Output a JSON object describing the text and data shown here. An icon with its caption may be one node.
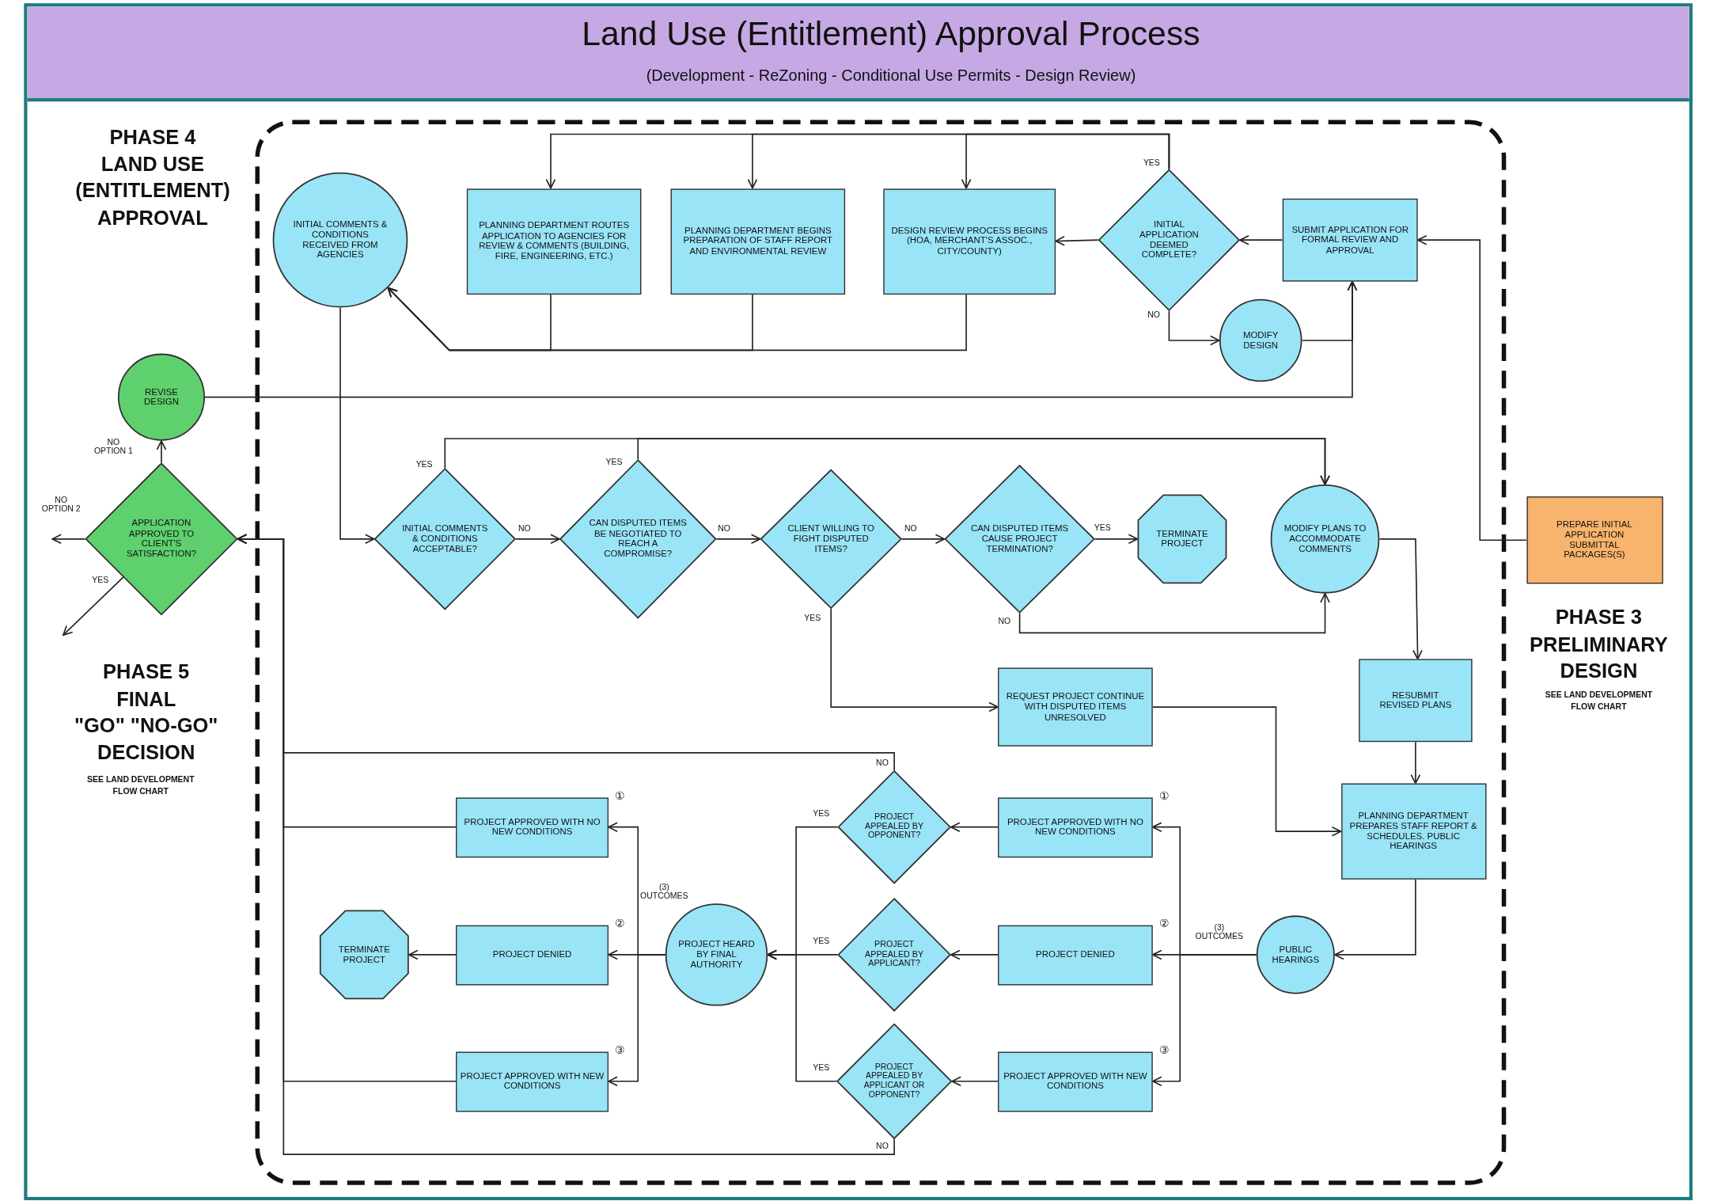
{
  "diagram": {
    "title": "Land Use (Entitlement) Approval Process",
    "nodes": [
      {
        "text": [
          "INITIAL COMMENTS & CONDITIONS RECEIVED FROM AGENCIES"
        ]
      },
      {
        "text": [
          "PLANNING DEPARTMENT ROUTES APPLICATION TO AGENCIES FOR REVIEW & COMMENTS (BUILDING, FIRE, ENGINEERING, ETC.)"
        ]
      },
      {
        "text": [
          "PLANNING DEPARTMENT BEGINS PREPARATION OF STAFF REPORT AND ENVIRONMENTAL REVIEW"
        ]
      },
      {
        "text": [
          "DESIGN REVIEW PROCESS BEGINS (HOA, MERCHANT'S ASSOC., CITY/COUNTY)"
        ]
      },
      {
        "text": [
          "INITIAL APPLICATION DEEMED COMPLETE?"
        ]
      },
      {
        "text": [
          "SUBMIT APPLICATION FOR FORMAL REVIEW AND APPROVAL"
        ]
      },
      {
        "text": [
          "MODIFY DESIGN"
        ]
      },
      {
        "text": [
          "PREPARE INITIAL APPLICATION SUBMITTAL PACKAGES(S)"
        ]
      },
      {
        "text": [
          "REVISE DESIGN"
        ]
      },
      {
        "text": [
          "APPLICATION APPROVED TO CLIENT'S SATISFACTION?"
        ]
      },
      {
        "text": [
          "INITIAL COMMENTS & CONDITIONS ACCEPTABLE?"
        ]
      },
      {
        "text": [
          "CAN DISPUTED ITEMS BE NEGOTIATED TO REACH A COMPROMISE?"
        ]
      },
      {
        "text": [
          "CLIENT WILLING TO FIGHT DISPUTED ITEMS?"
        ]
      },
      {
        "text": [
          "CAN DISPUTED ITEMS CAUSE PROJECT TERMINATION?"
        ]
      },
      {
        "text": [
          "TERMINATE PROJECT"
        ]
      },
      {
        "text": [
          "MODIFY PLANS TO ACCOMMODATE COMMENTS"
        ]
      },
      {
        "text": [
          "REQUEST PROJECT CONTINUE WITH DISPUTED ITEMS UNRESOLVED"
        ]
      },
      {
        "text": [
          "RESUBMIT REVISED PLANS"
        ]
      },
      {
        "text": [
          "PLANNING DEPARTMENT PREPARES STAFF REPORT & SCHEDULES. PUBLIC HEARINGS"
        ]
      },
      {
        "text": [
          "PUBLIC HEARINGS"
        ]
      },
      {
        "text": [
          "PROJECT APPROVED WITH NO NEW CONDITIONS"
        ],
        "beside": [
          "①"
        ]
      },
      {
        "text": [
          "PROJECT DENIED"
        ],
        "beside": [
          "②"
        ]
      },
      {
        "text": [
          "PROJECT APPROVED WITH NEW CONDITIONS"
        ],
        "beside": [
          "③"
        ]
      },
      {
        "text": [
          "PROJECT APPEALED BY OPPONENT?"
        ]
      },
      {
        "text": [
          "PROJECT APPEALED BY APPLICANT?"
        ]
      },
      {
        "text": [
          "PROJECT APPEALED BY APPLICANT OR OPPONENT?"
        ]
      },
      {
        "text": [
          "PROJECT HEARD BY FINAL AUTHORITY"
        ]
      },
      {
        "text": [
          "PROJECT APPROVED WITH NO NEW CONDITIONS"
        ],
        "beside": [
          "①"
        ]
      },
      {
        "text": [
          "PROJECT DENIED"
        ],
        "beside": [
          "②"
        ]
      },
      {
        "text": [
          "PROJECT APPROVED WITH NEW CONDITIONS"
        ],
        "beside": [
          "③"
        ]
      },
      {
        "text": [
          "TERMINATE PROJECT"
        ]
      }
    ],
    "edges": [
      {
        "from": 7,
        "to": 5,
        "arrow": "to"
      },
      {
        "from": 5,
        "to": 4,
        "arrow": "to"
      },
      {
        "from": 4,
        "to": 3,
        "arrow": "to"
      },
      {
        "from": 4,
        "to": 1,
        "arrow": "to",
        "label": "YES"
      },
      {
        "from": 4,
        "to": 2,
        "arrow": "to"
      },
      {
        "from": 4,
        "to": 3,
        "arrow": "to"
      },
      {
        "from": 1,
        "to": 0,
        "arrow": "to"
      },
      {
        "from": 2,
        "to": 0,
        "arrow": "to"
      },
      {
        "from": 3,
        "to": 0,
        "arrow": "to"
      },
      {
        "from": 4,
        "to": 6,
        "arrow": "to",
        "label": "NO"
      },
      {
        "from": 6,
        "to": 5,
        "arrow": "to"
      },
      {
        "from": 8,
        "to": 5,
        "arrow": "to"
      },
      {
        "from": 0,
        "to": 10,
        "arrow": "to"
      },
      {
        "from": 10,
        "to": 15,
        "arrow": "to",
        "label": "YES"
      },
      {
        "from": 11,
        "to": 15,
        "arrow": "to",
        "label": "YES"
      },
      {
        "from": 10,
        "to": 11,
        "arrow": "to",
        "label": "NO"
      },
      {
        "from": 11,
        "to": 12,
        "arrow": "to",
        "label": "NO"
      },
      {
        "from": 12,
        "to": 13,
        "arrow": "to",
        "label": "NO"
      },
      {
        "from": 13,
        "to": 14,
        "arrow": "to",
        "label": "YES"
      },
      {
        "from": 13,
        "to": 15,
        "arrow": "to",
        "label": "NO"
      },
      {
        "from": 12,
        "to": 16,
        "arrow": "to",
        "label": "YES"
      },
      {
        "from": 16,
        "to": 18,
        "arrow": "to"
      },
      {
        "from": 15,
        "to": 17,
        "arrow": "to"
      },
      {
        "from": 17,
        "to": 18,
        "arrow": "to"
      },
      {
        "from": 18,
        "to": 19,
        "arrow": "to"
      },
      {
        "from": 19,
        "to": 20,
        "arrow": "to"
      },
      {
        "from": 19,
        "to": 21,
        "arrow": "to",
        "label": "(3) OUTCOMES"
      },
      {
        "from": 19,
        "to": 22,
        "arrow": "to"
      },
      {
        "from": 20,
        "to": 23,
        "arrow": "to"
      },
      {
        "from": 21,
        "to": 24,
        "arrow": "to"
      },
      {
        "from": 22,
        "to": 25,
        "arrow": "to"
      },
      {
        "from": 23,
        "to": 26,
        "arrow": "to",
        "label": "YES"
      },
      {
        "from": 24,
        "to": 26,
        "arrow": "to",
        "label": "YES"
      },
      {
        "from": 25,
        "to": 26,
        "arrow": "to",
        "label": "YES"
      },
      {
        "from": 23,
        "to": 9,
        "arrow": "to",
        "label": "NO"
      },
      {
        "from": 25,
        "to": 9,
        "arrow": "to",
        "label": "NO"
      },
      {
        "from": 26,
        "to": 27,
        "arrow": "to",
        "label": "(3) OUTCOMES"
      },
      {
        "from": 26,
        "to": 28,
        "arrow": "to"
      },
      {
        "from": 26,
        "to": 29,
        "arrow": "to"
      },
      {
        "from": 28,
        "to": 30,
        "arrow": "to"
      },
      {
        "from": 27,
        "to": 9,
        "arrow": "to"
      },
      {
        "from": 29,
        "to": 9,
        "arrow": "to"
      },
      {
        "from": 9,
        "to": 8,
        "arrow": "to",
        "label": "NO OPTION 1"
      },
      {
        "from": 9,
        "to": null,
        "arrow": "to",
        "label": "NO OPTION 2"
      },
      {
        "from": 9,
        "to": null,
        "arrow": "to",
        "label": "YES"
      }
    ],
    "labels": [
      "(Development - ReZoning - Conditional Use Permits - Design Review)",
      "PHASE 4 LAND USE (ENTITLEMENT) APPROVAL",
      "PHASE 3 PRELIMINARY DESIGN",
      "SEE LAND DEVELOPMENT FLOW CHART",
      "PHASE 5 FINAL \"GO\" \"NO-GO\" DECISION",
      "SEE LAND DEVELOPMENT FLOW CHART"
    ]
  }
}
